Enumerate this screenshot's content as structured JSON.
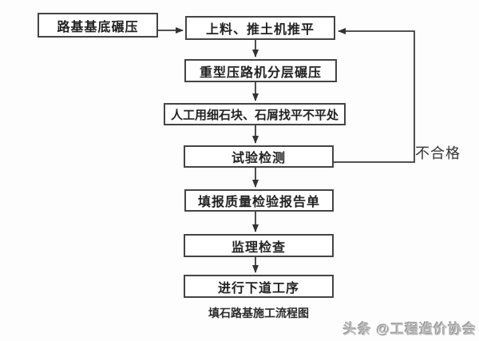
{
  "title": "填石路基施工流程图",
  "flowchart": {
    "nodes": [
      {
        "id": "start",
        "label": "路基基底碾压"
      },
      {
        "id": "feed",
        "label": "上料、推土机推平"
      },
      {
        "id": "roller",
        "label": "重型压路机分层碾压"
      },
      {
        "id": "manual-level",
        "label": "人工用细石块、石屑找平不平处"
      },
      {
        "id": "test",
        "label": "试验检测"
      },
      {
        "id": "report",
        "label": "填报质量检验报告单"
      },
      {
        "id": "supervision",
        "label": "监理检查"
      },
      {
        "id": "next-process",
        "label": "进行下道工序"
      }
    ],
    "edges": [
      {
        "from": "start",
        "to": "feed",
        "label": ""
      },
      {
        "from": "feed",
        "to": "roller",
        "label": ""
      },
      {
        "from": "roller",
        "to": "manual-level",
        "label": ""
      },
      {
        "from": "manual-level",
        "to": "test",
        "label": ""
      },
      {
        "from": "test",
        "to": "report",
        "label": ""
      },
      {
        "from": "report",
        "to": "supervision",
        "label": ""
      },
      {
        "from": "supervision",
        "to": "next-process",
        "label": ""
      },
      {
        "from": "test",
        "to": "feed",
        "label": "不合格"
      }
    ],
    "fail_label": "不合格"
  },
  "watermark": "头条 @工程造价协会",
  "colors": {
    "box_border": "#444444",
    "line": "#3a3a3a",
    "text": "#222222",
    "watermark_gray": "#bdbdbd",
    "background": "#fdfdfd"
  }
}
